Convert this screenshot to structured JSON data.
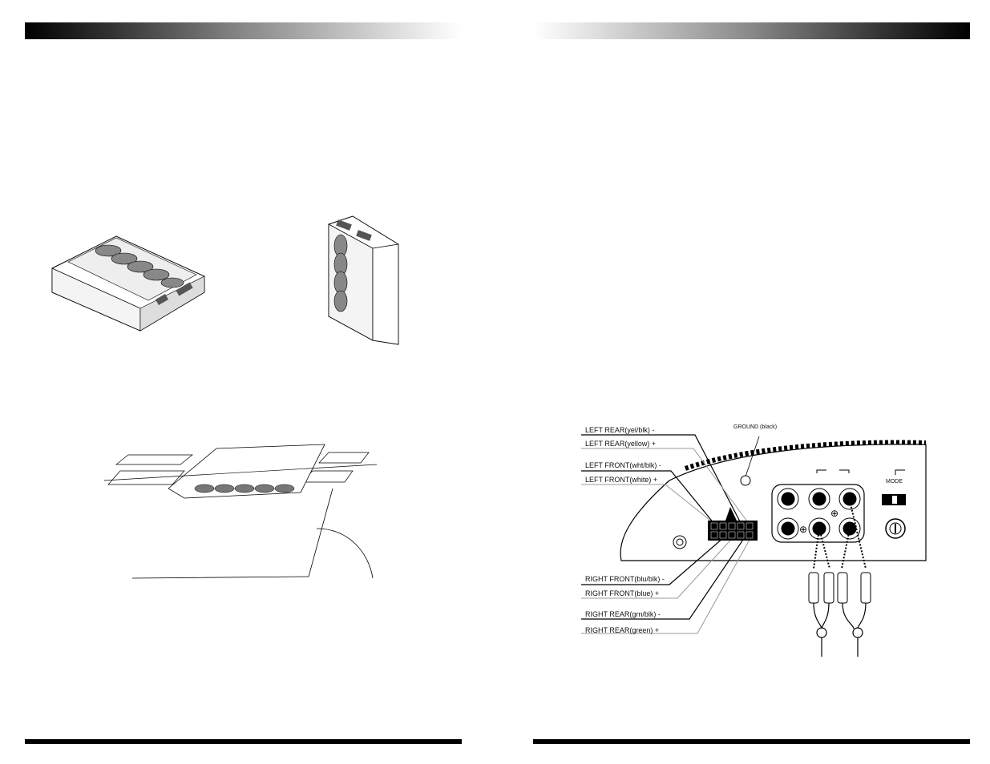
{
  "wiring": {
    "left_rear_neg": "LEFT REAR(yel/blk) -",
    "left_rear_pos": "LEFT REAR(yellow) +",
    "left_front_neg": "LEFT FRONT(wht/blk) -",
    "left_front_pos": "LEFT FRONT(white) +",
    "right_front_neg": "RIGHT FRONT(blu/blk) -",
    "right_front_pos": "RIGHT FRONT(blue) +",
    "right_rear_neg": "RIGHT REAR(grn/blk) -",
    "right_rear_pos": "RIGHT REAR(green) +",
    "ground": "GROUND (black)",
    "mode": "MODE"
  }
}
